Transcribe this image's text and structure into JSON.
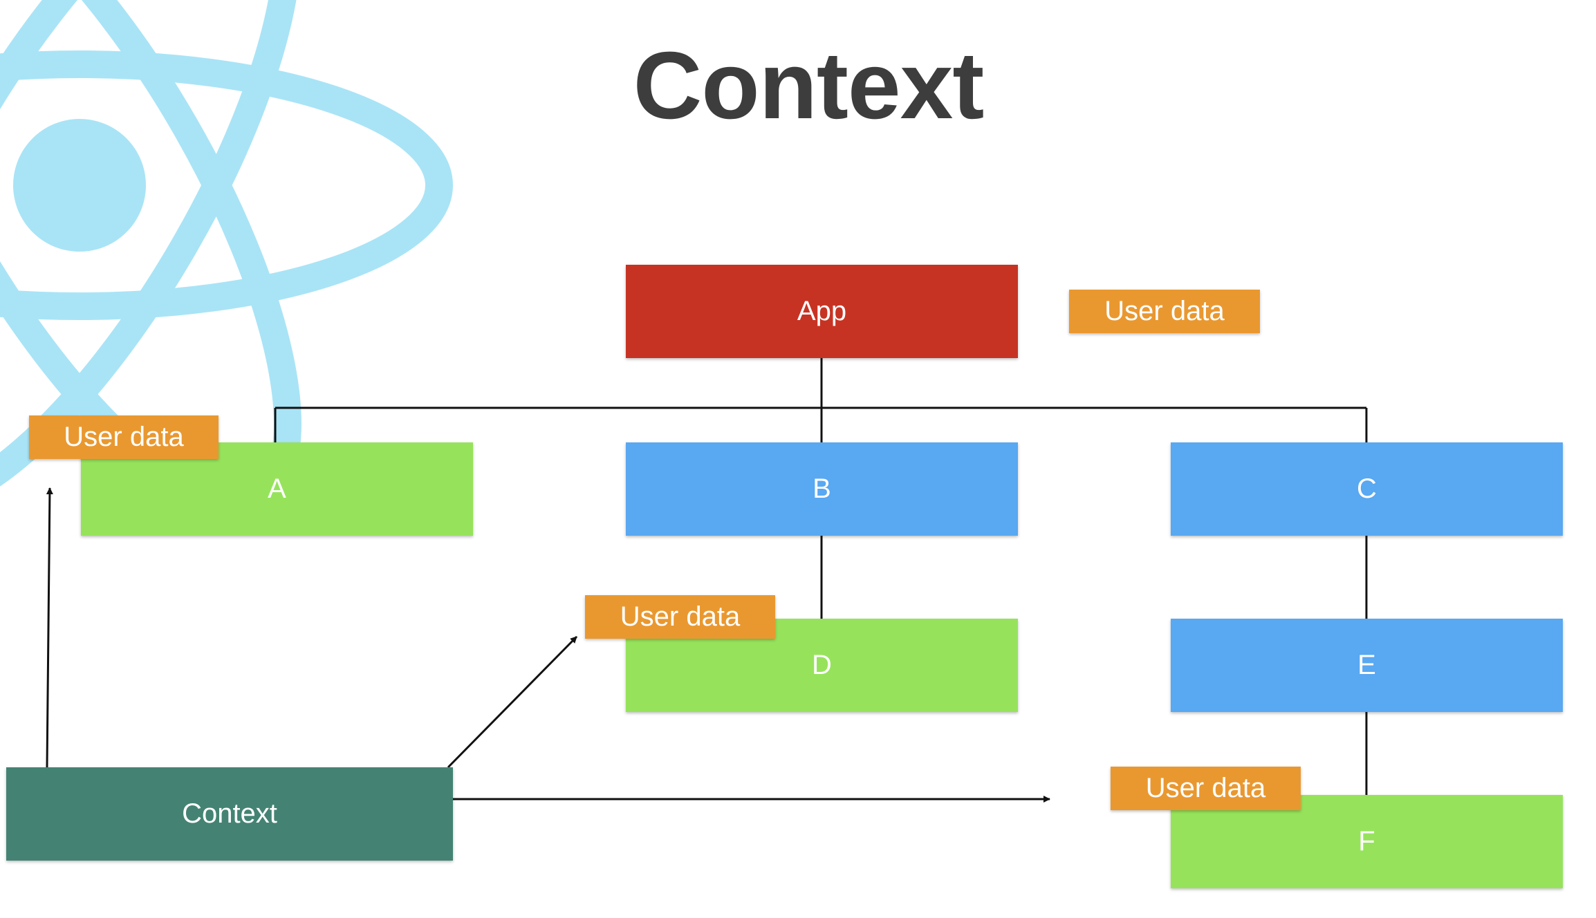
{
  "title": "Context",
  "colors": {
    "app": "#c73323",
    "consumer": "#96e35b",
    "intermediate": "#58a8f2",
    "badge": "#e99830",
    "context": "#448373",
    "react_logo": "#a9e4f6",
    "line": "#111111"
  },
  "icons": {
    "background": "react-atom-logo"
  },
  "nodes": {
    "app": "App",
    "a": "A",
    "b": "B",
    "c": "C",
    "d": "D",
    "e": "E",
    "f": "F",
    "context": "Context"
  },
  "badges": {
    "app": "User data",
    "a": "User data",
    "d": "User data",
    "f": "User data"
  }
}
